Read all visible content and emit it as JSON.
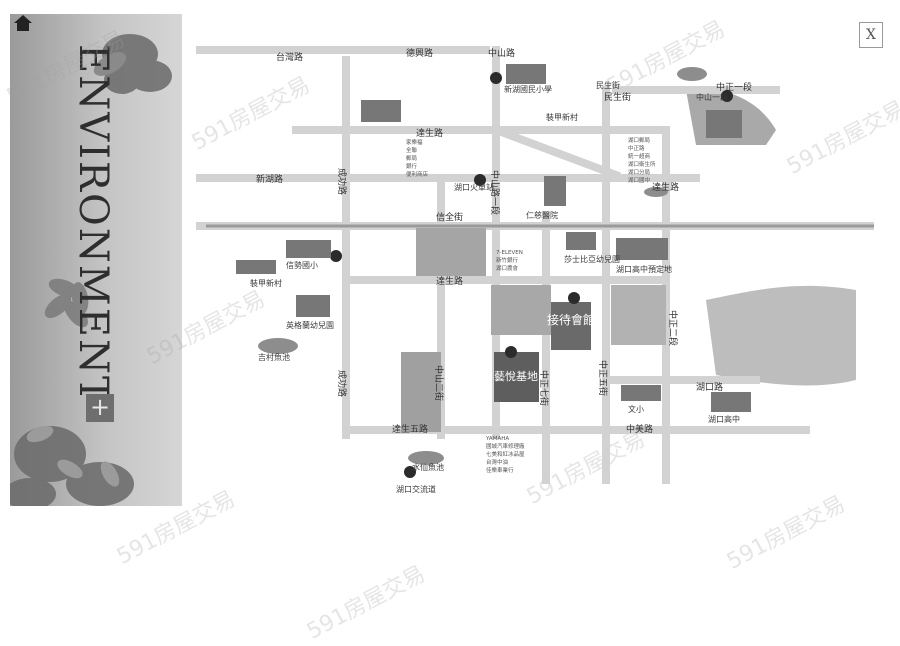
{
  "side_panel": {
    "title": "ENVIRONMENT",
    "plus": "+"
  },
  "close_label": "X",
  "watermark": "591房屋交易",
  "roads": {
    "deyong": "德興路",
    "zhongshan_top": "中山路",
    "minsheng": "民生街",
    "zhongzheng_top": "中正一段",
    "dasheng": "達生路",
    "chengdong": "成功路",
    "xinhu": "新湖路",
    "zhongshan_mid": "中山路一段",
    "xinjin": "信全街",
    "dasheng_left": "達生路",
    "zhongzheng_right": "中正二段",
    "dasheng_right": "達生路",
    "hukou_road": "湖口路",
    "chengdong_lower": "成功路",
    "zhongshan_lower": "中山二街",
    "zhongzheng_lower": "中正七街",
    "zhongzheng_five": "中正五街",
    "dasheng_five": "達生五路",
    "zhongmei": "中美路",
    "taiwan_rd": "台灣路"
  },
  "places": {
    "xinhu_elementary": "新湖國民小學",
    "zhuangjia_village_top": "裝甲新村",
    "hukou_station": "湖口火車站",
    "renci_hospital": "仁慈醫院",
    "xinshi_elementary": "信勢國小",
    "zhuangjia_village_left": "裝甲新村",
    "english_kindergarten": "英格蘭幼兒園",
    "jicun_pond": "吉村魚池",
    "shakespeare_kindergarten": "莎士比亞幼兒園",
    "hukou_high_planned": "湖口高中預定地",
    "reception_hall": "接待會館",
    "base_site": "藝悅基地",
    "hukou_high": "湖口高中",
    "wenxiao": "文小",
    "shuixian_pond": "水仙魚池",
    "hukou_interchange": "湖口交流道",
    "zhongshan_mid_label": "中山一段",
    "minsheng_upper": "民生街"
  },
  "small_labels": {
    "right_top": [
      "湖口郵局",
      "中正路",
      "統一超商",
      "湖口衛生所",
      "湖口分局",
      "湖口國中"
    ],
    "station_area": [
      "家樂福",
      "全聯",
      "郵局",
      "銀行",
      "便利商店"
    ],
    "center": [
      "7-ELEVEN",
      "新竹銀行",
      "湖口農會"
    ],
    "bottom": [
      "YAMAHA",
      "國城汽車修理廠",
      "七美和紅冰品屋",
      "台灣中油",
      "佳樂車業行"
    ]
  },
  "colors": {
    "road": "#cfcfcf",
    "road_edge": "#e4e4e4",
    "block": "#a8a8a8",
    "dark_block": "#6c6c6c",
    "grass": "#b3b3b3",
    "pin": "#2b2b2b"
  }
}
